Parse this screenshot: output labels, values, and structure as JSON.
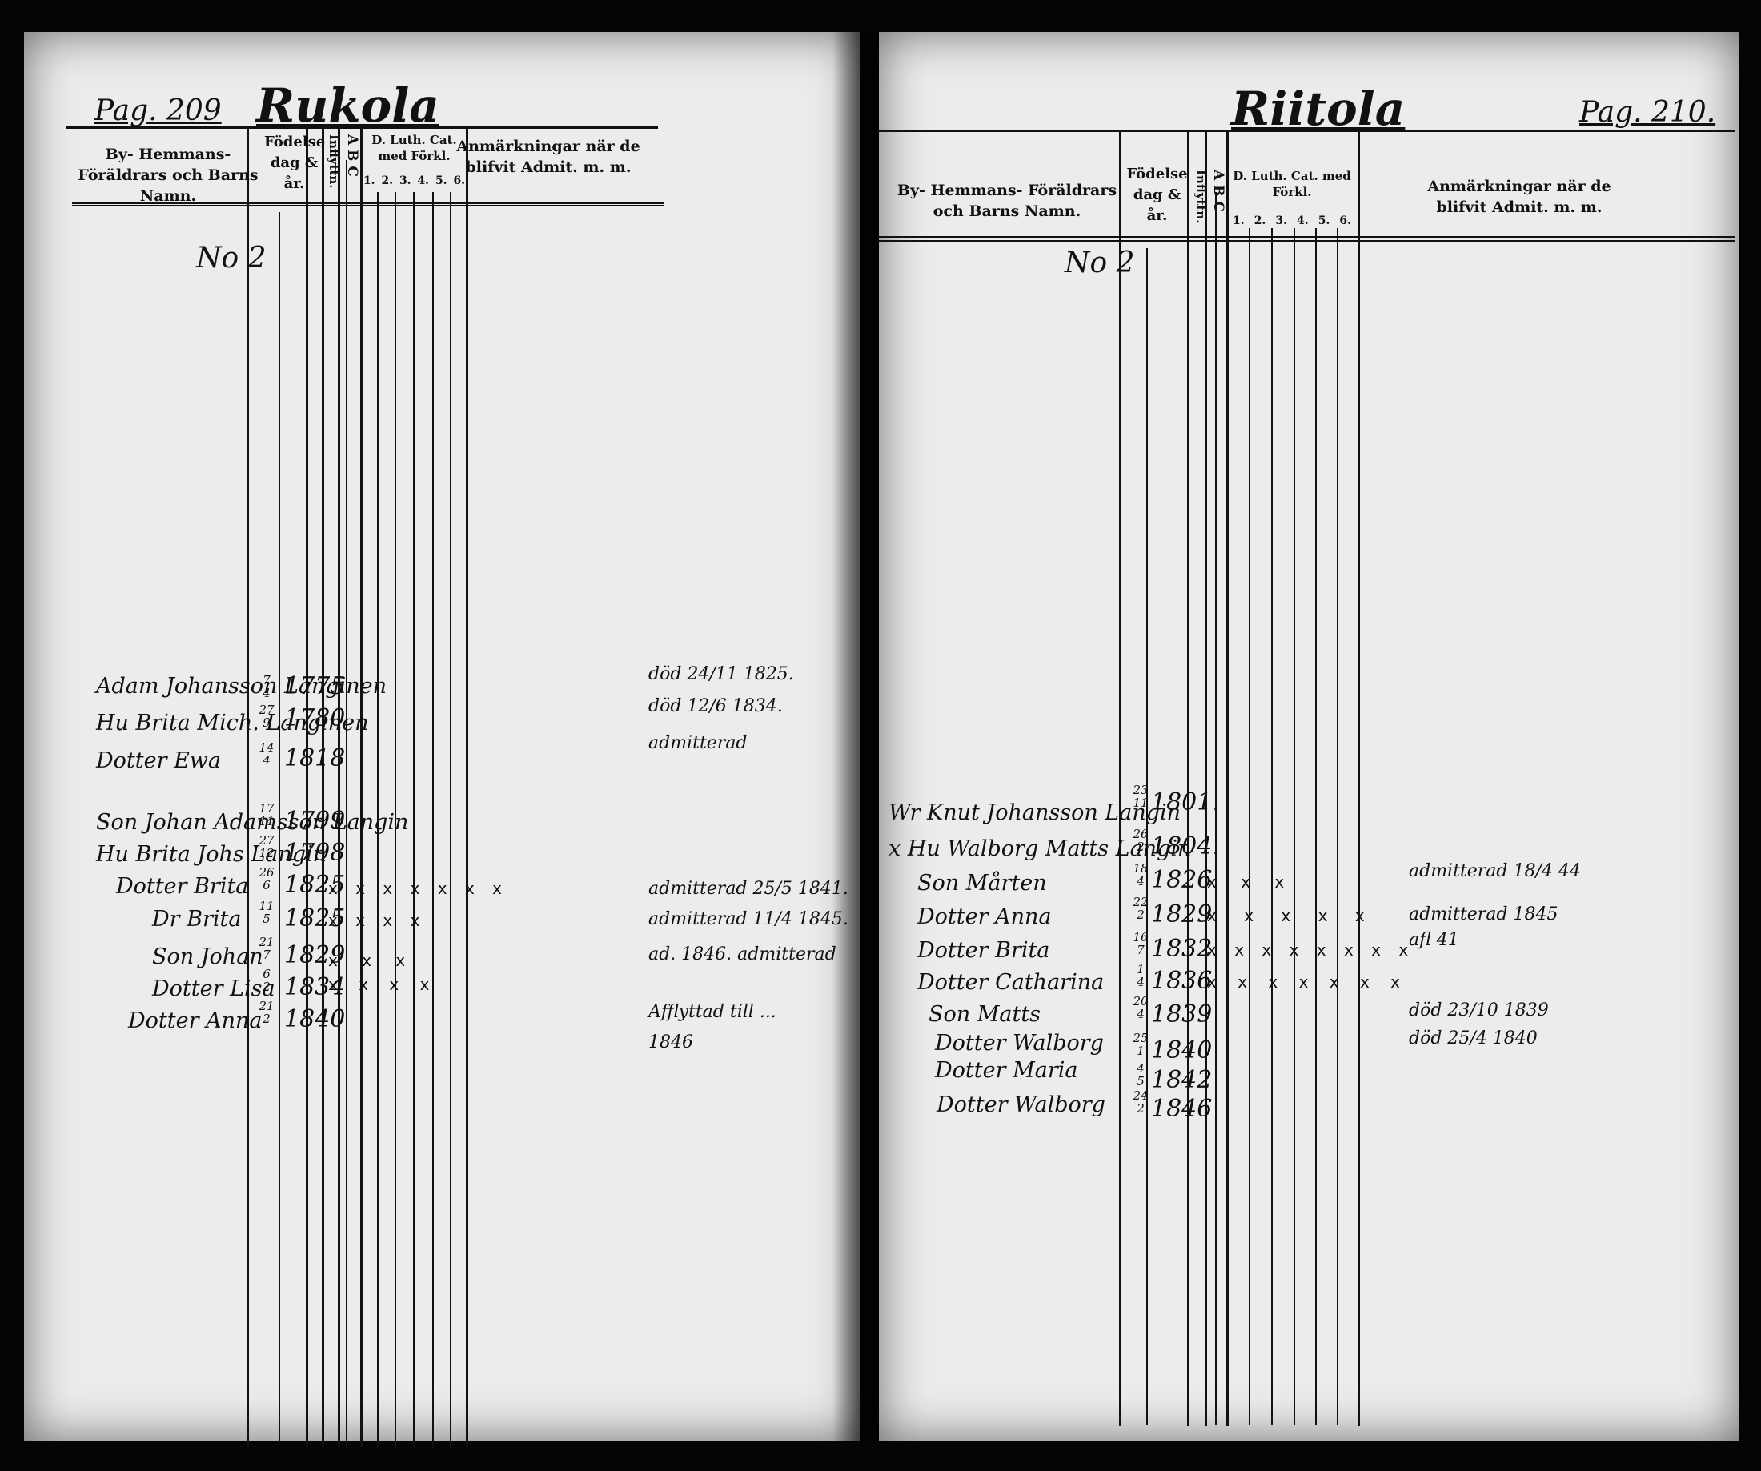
{
  "left_page": {
    "page_label": "Pag. 209",
    "village": "Rukola",
    "headers": {
      "names": "By- Hemmans- Föräldrars och Barns Namn.",
      "birth": "Födelse dag & år.",
      "inflyttn": "Inflyttn.",
      "abc": "A B C",
      "luth": "D. Luth. Cat. med Förkl.",
      "cols": [
        "1.",
        "2.",
        "3.",
        "4.",
        "5.",
        "6."
      ],
      "remarks": "Anmärkningar när de blifvit Admit. m. m."
    },
    "household_no": "No 2",
    "entries": [
      {
        "name": "Adam Johansson Langinen",
        "day": "7",
        "month": "4",
        "year": "1775",
        "marks": ""
      },
      {
        "name": "Hu Brita Mich. Langinen",
        "day": "27",
        "month": "9",
        "year": "1780",
        "marks": ""
      },
      {
        "name": "Dotter Ewa",
        "day": "14",
        "month": "4",
        "year": "1818",
        "marks": ""
      },
      {
        "name": "Son Johan Adamsson Langin",
        "day": "17",
        "month": "11",
        "year": "1799",
        "marks": ""
      },
      {
        "name": "Hu Brita Johs Langin",
        "day": "27",
        "month": "12",
        "year": "1798",
        "marks": ""
      },
      {
        "name": "Dotter Brita",
        "day": "26",
        "month": "6",
        "year": "1825",
        "marks": "x x x x x x x"
      },
      {
        "name": "Dr Brita",
        "day": "11",
        "month": "5",
        "year": "1825",
        "marks": "x x x x"
      },
      {
        "name": "Son Johan",
        "day": "21",
        "month": "7",
        "year": "1829",
        "marks": "x x x"
      },
      {
        "name": "Dotter Lisa",
        "day": "6",
        "month": "2",
        "year": "1834",
        "marks": "x x x x"
      },
      {
        "name": "Dotter Anna",
        "day": "21",
        "month": "2",
        "year": "1840",
        "marks": ""
      }
    ],
    "remarks": [
      {
        "text": "död 24/11 1825."
      },
      {
        "text": "död 12/6 1834."
      },
      {
        "text": "admitterad"
      },
      {
        "text": "admitterad 25/5 1841."
      },
      {
        "text": "admitterad 11/4 1845."
      },
      {
        "text": "ad. 1846. admitterad"
      },
      {
        "text": "Afflyttad till ..."
      },
      {
        "text": "1846"
      }
    ]
  },
  "right_page": {
    "page_label": "Pag. 210.",
    "village": "Riitola",
    "headers": {
      "names": "By- Hemmans- Föräldrars och Barns Namn.",
      "birth": "Födelse dag & år.",
      "inflyttn": "Inflyttn.",
      "abc": "A B C",
      "luth": "D. Luth. Cat. med Förkl.",
      "cols": [
        "1.",
        "2.",
        "3.",
        "4.",
        "5.",
        "6."
      ],
      "remarks": "Anmärkningar när de blifvit Admit. m. m."
    },
    "household_no": "No 2",
    "entries": [
      {
        "name": "Wr Knut Johansson Langin",
        "day": "23",
        "month": "11",
        "year": "1801.",
        "marks": ""
      },
      {
        "name": "x Hu Walborg Matts Langin",
        "day": "26",
        "month": "2",
        "year": "1804.",
        "marks": ""
      },
      {
        "name": "Son Mårten",
        "day": "18",
        "month": "4",
        "year": "1826",
        "marks": "x x x"
      },
      {
        "name": "Dotter Anna",
        "day": "22",
        "month": "2",
        "year": "1829",
        "marks": "x x x x x"
      },
      {
        "name": "Dotter Brita",
        "day": "16",
        "month": "7",
        "year": "1832",
        "marks": "x x x x x x x x"
      },
      {
        "name": "Dotter Catharina",
        "day": "1",
        "month": "4",
        "year": "1836",
        "marks": "x x x x x x x"
      },
      {
        "name": "Son Matts",
        "day": "20",
        "month": "4",
        "year": "1839",
        "marks": ""
      },
      {
        "name": "Dotter Walborg",
        "day": "25",
        "month": "1",
        "year": "1840",
        "marks": ""
      },
      {
        "name": "Dotter Maria",
        "day": "4",
        "month": "5",
        "year": "1842",
        "marks": ""
      },
      {
        "name": "Dotter Walborg",
        "day": "24",
        "month": "2",
        "year": "1846",
        "marks": ""
      }
    ],
    "remarks": [
      {
        "text": "admitterad 18/4 44"
      },
      {
        "text": "admitterad 1845"
      },
      {
        "text": "afl 41"
      },
      {
        "text": "död 23/10 1839"
      },
      {
        "text": "död 25/4 1840"
      }
    ]
  }
}
